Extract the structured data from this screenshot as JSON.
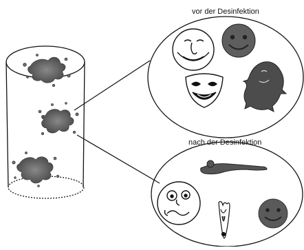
{
  "captions": {
    "before": "vor der Desinfektion",
    "after": "nach der Desinfektion"
  },
  "figures": {
    "before": [
      "grinning-moon-face",
      "smiley-face",
      "theater-mask",
      "ghost"
    ],
    "after": [
      "flattened-creature",
      "distressed-face",
      "squashed-figure",
      "smiley-face"
    ]
  },
  "colors": {
    "ink": "#111111",
    "stain": "#6a6a6a",
    "stain_dark": "#3c3c3c"
  }
}
